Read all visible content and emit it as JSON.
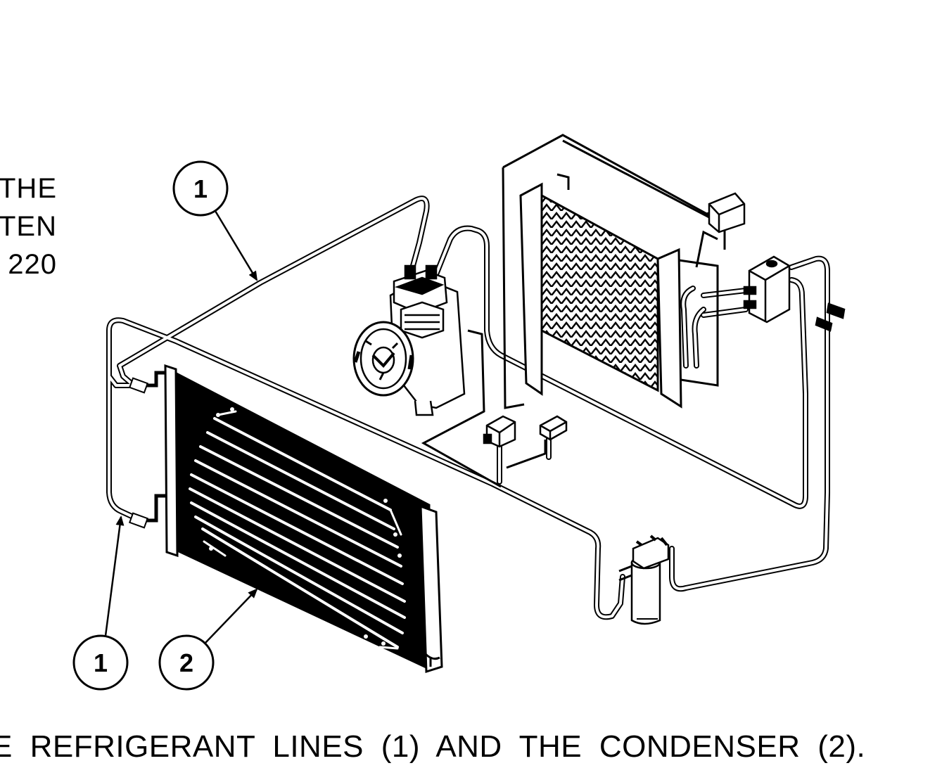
{
  "side_text": [
    "THE",
    "TEN",
    "220"
  ],
  "callouts": [
    {
      "label": "1",
      "target": "refrigerant-line"
    },
    {
      "label": "1",
      "target": "refrigerant-line"
    },
    {
      "label": "2",
      "target": "condenser"
    }
  ],
  "caption": "E REFRIGERANT LINES (1) AND THE CONDENSER (2).",
  "colors": {
    "line": "#000000",
    "background": "#ffffff"
  }
}
